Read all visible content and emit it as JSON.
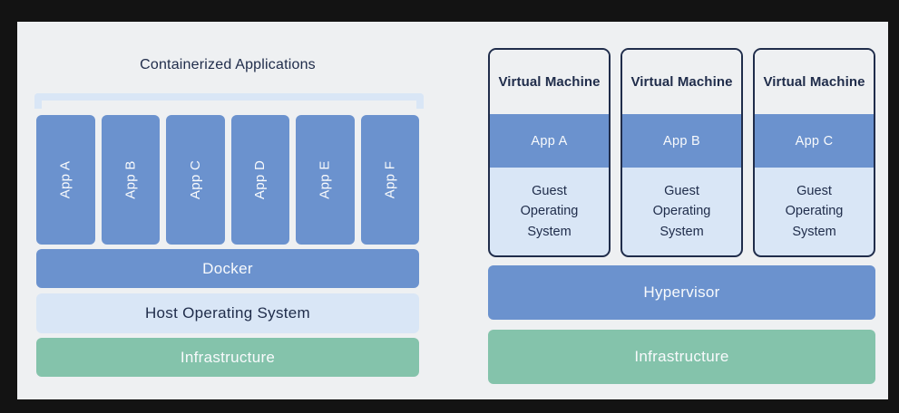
{
  "colors": {
    "background": "#131313",
    "panel": "#eef0f2",
    "blue": "#6b92ce",
    "light_blue": "#d9e6f6",
    "green": "#84c3ab",
    "navy": "#202d4b",
    "white_text": "#f8fafc"
  },
  "left": {
    "title": "Containerized Applications",
    "apps": [
      "App A",
      "App B",
      "App C",
      "App D",
      "App E",
      "App F"
    ],
    "layers": [
      {
        "label": "Docker",
        "color": "#6b92ce"
      },
      {
        "label": "Host Operating System",
        "color": "#d9e6f6"
      },
      {
        "label": "Infrastructure",
        "color": "#84c3ab"
      }
    ]
  },
  "right": {
    "vms": [
      {
        "title": "Virtual Machine",
        "app": "App A",
        "os": "Guest Operating System"
      },
      {
        "title": "Virtual Machine",
        "app": "App B",
        "os": "Guest Operating System"
      },
      {
        "title": "Virtual Machine",
        "app": "App C",
        "os": "Guest Operating System"
      }
    ],
    "layers": [
      {
        "label": "Hypervisor",
        "color": "#6b92ce"
      },
      {
        "label": "Infrastructure",
        "color": "#84c3ab"
      }
    ]
  }
}
